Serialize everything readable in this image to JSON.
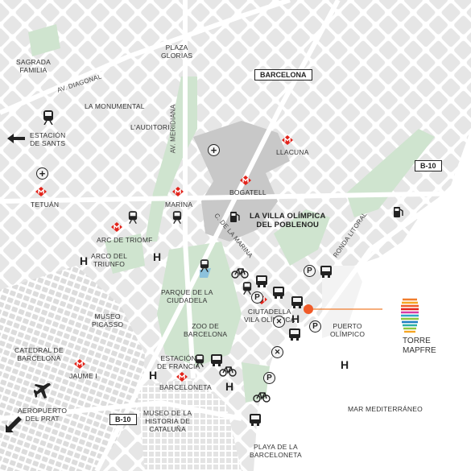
{
  "map": {
    "labels": {
      "sagrada_familia": "SAGRADA\nFAMILIA",
      "plaza_glorias": "PLAZA\nGLORIAS",
      "la_monumental": "LA MONUMENTAL",
      "lauditori": "L'AUDITORI",
      "estacion_sants": "ESTACIÓN\nDE SANTS",
      "llacuna": "LLACUNA",
      "tetuan": "TETUÁN",
      "marina": "MARINA",
      "bogatell": "BOGATELL",
      "villa_olimpica": "LA VILLA OLÍMPICA\nDEL POBLENOU",
      "arc_triomf": "ARC DE TRIOMF",
      "arco_triunfo": "ARCO DEL\nTRIUNFO",
      "parque_ciudadela": "PARQUE DE LA\nCIUDADELA",
      "museo_picasso": "MUSEO\nPICASSO",
      "zoo": "ZOO DE\nBARCELONA",
      "ciutadella_vila_olimpica": "CIUTADELLA\nVILA OLÍMPICA",
      "puerto_olimpico": "PUERTO\nOLÍMPICO",
      "catedral": "CATEDRAL DE\nBARCELONA",
      "jaume_i": "JAUME I",
      "estacion_francia": "ESTACIÓN\nDE FRANCIA",
      "barceloneta": "BARCELONETA",
      "aeropuerto": "AEROPUERTO\nDEL PRAT",
      "museo_historia": "MUSEO DE LA\nHISTORIA DE\nCATALUÑA",
      "playa_barceloneta": "PLAYA DE LA\nBARCELONETA",
      "mar_mediterraneo": "MAR MEDITERRÁNEO",
      "torre_mapfre": "TORRE\nMAPFRE"
    },
    "streets": {
      "av_diagonal": "AV. DIAGONAL",
      "av_meridiana": "AV. MERIDIANA",
      "c_de_la_marina": "C. DE LA MARINA",
      "ronda_litoral": "RONDA LITORAL"
    },
    "boxes": {
      "barcelona": "BARCELONA",
      "b10_top": "B-10",
      "b10_bottom": "B-10"
    },
    "symbols": {
      "hospital": "H",
      "parking": "P",
      "metro_letter": "M"
    },
    "colors": {
      "background": "#f3f3f3",
      "street": "#ffffff",
      "park": "#cfe4cf",
      "sea": "#ffffff",
      "district": "#c8c8c8",
      "metro_red": "#e2231a",
      "highlight": "#f07d2e",
      "text": "#222222"
    }
  }
}
